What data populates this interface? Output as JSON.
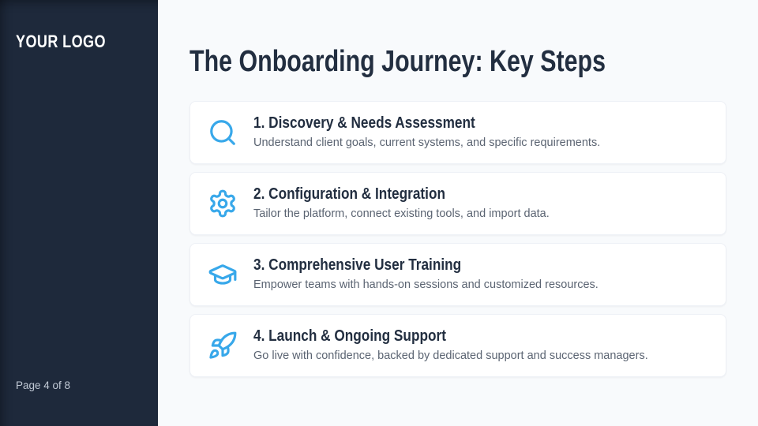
{
  "sidebar": {
    "logo": "YOUR LOGO",
    "page_indicator": "Page 4 of 8"
  },
  "main": {
    "title": "The Onboarding Journey: Key Steps",
    "steps": [
      {
        "icon": "search-icon",
        "title": "1. Discovery & Needs Assessment",
        "description": "Understand client goals, current systems, and specific requirements."
      },
      {
        "icon": "gear-icon",
        "title": "2. Configuration & Integration",
        "description": "Tailor the platform, connect existing tools, and import data."
      },
      {
        "icon": "graduation-cap-icon",
        "title": "3. Comprehensive User Training",
        "description": "Empower teams with hands-on sessions and customized resources."
      },
      {
        "icon": "rocket-icon",
        "title": "4. Launch & Ongoing Support",
        "description": "Go live with confidence, backed by dedicated support and success managers."
      }
    ]
  },
  "colors": {
    "accent": "#38a8ea",
    "sidebar_bg": "#1e293b",
    "main_bg": "#f8fafc",
    "card_bg": "#ffffff",
    "heading_text": "#222e40",
    "body_text": "#5b6472",
    "page_text": "#c2cad6"
  }
}
